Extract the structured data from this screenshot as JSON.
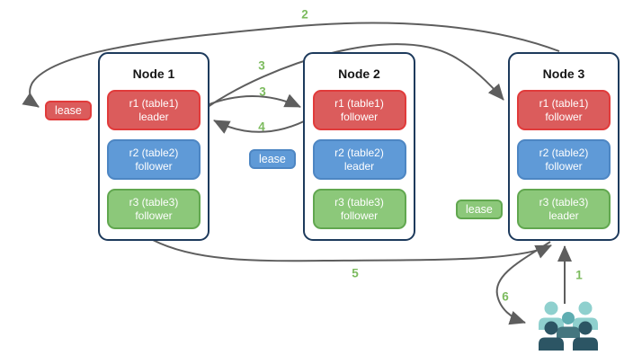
{
  "nodes": [
    {
      "title": "Node 1",
      "replicas": [
        {
          "name": "r1 (table1)",
          "role": "leader",
          "color": "red"
        },
        {
          "name": "r2 (table2)",
          "role": "follower",
          "color": "blue"
        },
        {
          "name": "r3 (table3)",
          "role": "follower",
          "color": "green"
        }
      ]
    },
    {
      "title": "Node 2",
      "replicas": [
        {
          "name": "r1 (table1)",
          "role": "follower",
          "color": "red"
        },
        {
          "name": "r2 (table2)",
          "role": "leader",
          "color": "blue"
        },
        {
          "name": "r3 (table3)",
          "role": "follower",
          "color": "green"
        }
      ]
    },
    {
      "title": "Node 3",
      "replicas": [
        {
          "name": "r1 (table1)",
          "role": "follower",
          "color": "red"
        },
        {
          "name": "r2 (table2)",
          "role": "follower",
          "color": "blue"
        },
        {
          "name": "r3 (table3)",
          "role": "leader",
          "color": "green"
        }
      ]
    }
  ],
  "leases": [
    {
      "label": "lease",
      "color": "red"
    },
    {
      "label": "lease",
      "color": "blue"
    },
    {
      "label": "lease",
      "color": "green"
    }
  ],
  "arrow_labels": [
    "2",
    "3",
    "3",
    "4",
    "5",
    "1",
    "6"
  ],
  "icons": {
    "users": "users-icon"
  },
  "colors": {
    "red_fill": "#db5c5c",
    "red_border": "#e13b3b",
    "blue_fill": "#5f9ad7",
    "blue_border": "#4d86c3",
    "green_fill": "#8cc87a",
    "green_border": "#61a74f",
    "node_border": "#1d3a5c",
    "arrow": "#5e5e5e",
    "step_label": "#7cbb5e",
    "users_light": "#8fd0ce",
    "users_mid": "#5fadb1",
    "users_dark": "#2c5564"
  }
}
